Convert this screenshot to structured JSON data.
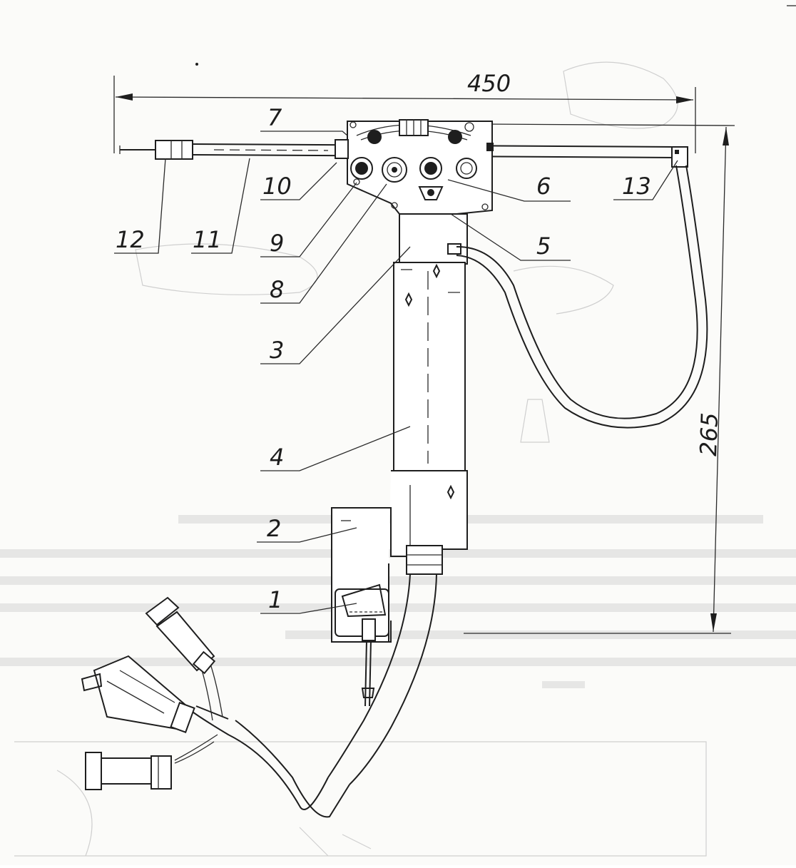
{
  "dimensions": {
    "width": "450",
    "height": "265"
  },
  "part_labels": {
    "p1": "1",
    "p2": "2",
    "p3": "3",
    "p4": "4",
    "p5": "5",
    "p6": "6",
    "p7": "7",
    "p8": "8",
    "p9": "9",
    "p10": "10",
    "p11": "11",
    "p12": "12",
    "p13": "13"
  },
  "colors": {
    "ink": "#1e1e1e",
    "paper": "#fbfbf9",
    "bleed_through": "#cdcdcd"
  }
}
